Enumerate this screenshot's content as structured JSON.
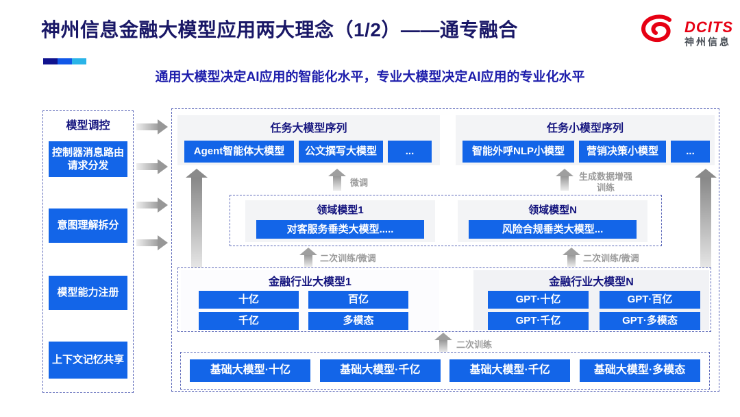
{
  "header": {
    "title": "神州信息金融大模型应用两大理念（1/2）——通专融合",
    "subtitle": "通用大模型决定AI应用的智能化水平，专业大模型决定AI应用的专业化水平",
    "logo_brand": "DCITS",
    "logo_cn": "神州信息"
  },
  "colors": {
    "button_blue": "#1365e8",
    "title_navy": "#191766",
    "subtitle_blue": "#1d1dab",
    "logo_red": "#e60013",
    "label_gray": "#9a9a9a"
  },
  "sidebar": {
    "title": "模型调控",
    "items": [
      {
        "label": "控制器消息路由请求分发"
      },
      {
        "label": "意图理解拆分"
      },
      {
        "label": "模型能力注册"
      },
      {
        "label": "上下文记忆共享"
      }
    ]
  },
  "main": {
    "task_large": {
      "title": "任务大模型序列",
      "items": [
        "Agent智能体大模型",
        "公文撰写大模型",
        "..."
      ]
    },
    "task_small": {
      "title": "任务小模型序列",
      "items": [
        "智能外呼NLP小模型",
        "营销决策小模型",
        "..."
      ]
    },
    "domain1": {
      "title": "领域模型1",
      "item": "对客服务垂类大模型....."
    },
    "domainN": {
      "title": "领域模型N",
      "item": "风险合规垂类大模型..."
    },
    "industry1": {
      "title": "金融行业大模型1",
      "items": [
        "十亿",
        "百亿",
        "千亿",
        "多模态"
      ]
    },
    "industryN": {
      "title": "金融行业大模型N",
      "items": [
        "GPT·十亿",
        "GPT·百亿",
        "GPT·千亿",
        "GPT·多模态"
      ]
    },
    "base": {
      "items": [
        "基础大模型·十亿",
        "基础大模型·千亿",
        "基础大模型·千亿",
        "基础大模型·多模态"
      ]
    },
    "labels": {
      "fine_tune": "微调",
      "gen_data": "生成数据增强训练",
      "secondary_left": "二次训练/微调",
      "secondary_right": "二次训练/微调",
      "secondary_bottom": "二次训练"
    }
  }
}
